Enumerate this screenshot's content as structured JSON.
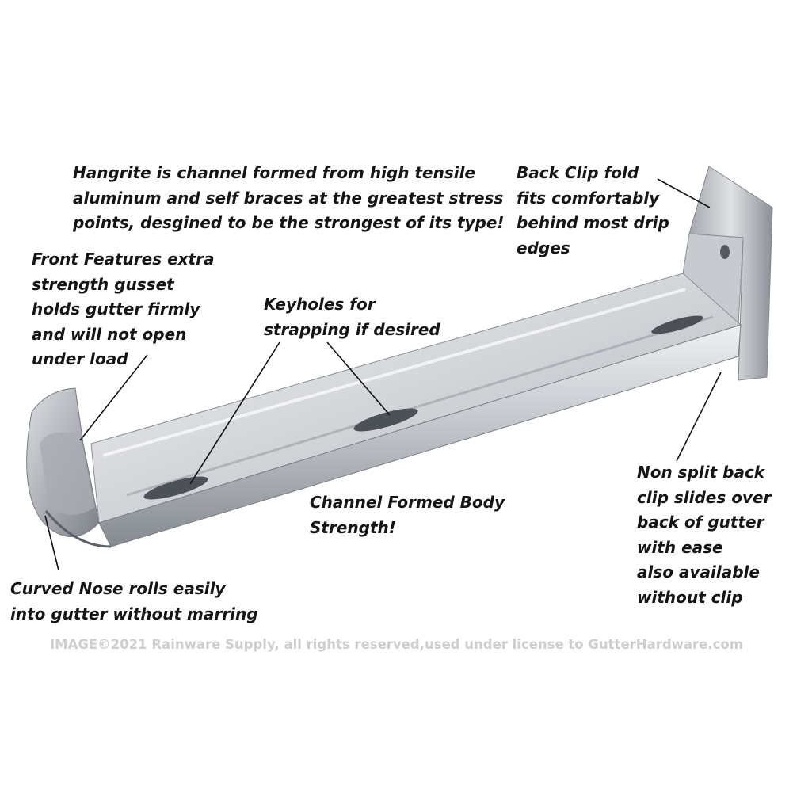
{
  "callouts": {
    "hangrite_intro": [
      "Hangrite is channel formed from high tensile",
      "aluminum and self braces at the greatest stress",
      "points, desgined to be the strongest of its type!"
    ],
    "back_clip_fold": [
      "Back Clip fold",
      "fits comfortably",
      "behind most drip",
      "edges"
    ],
    "front_features": [
      "Front Features extra",
      "strength gusset",
      "holds gutter firmly",
      "and  will not open",
      "under load"
    ],
    "keyholes": [
      "Keyholes for",
      "strapping if desired"
    ],
    "channel_body": [
      "Channel Formed Body",
      "Strength!"
    ],
    "non_split_back_clip": [
      "Non split back",
      "clip slides over",
      "back of gutter",
      "with ease",
      "also available",
      "without clip"
    ],
    "curved_nose": [
      "Curved Nose rolls easily",
      "into gutter without marring"
    ]
  },
  "copyright": "IMAGE©2021 Rainware Supply, all rights reserved,used under license to GutterHardware.com",
  "colors": {
    "metal_light": "#e4e6ea",
    "metal_mid": "#b4b8be",
    "metal_dark": "#6f747b",
    "text": "#151515",
    "watermark": "#cfcfcf"
  }
}
